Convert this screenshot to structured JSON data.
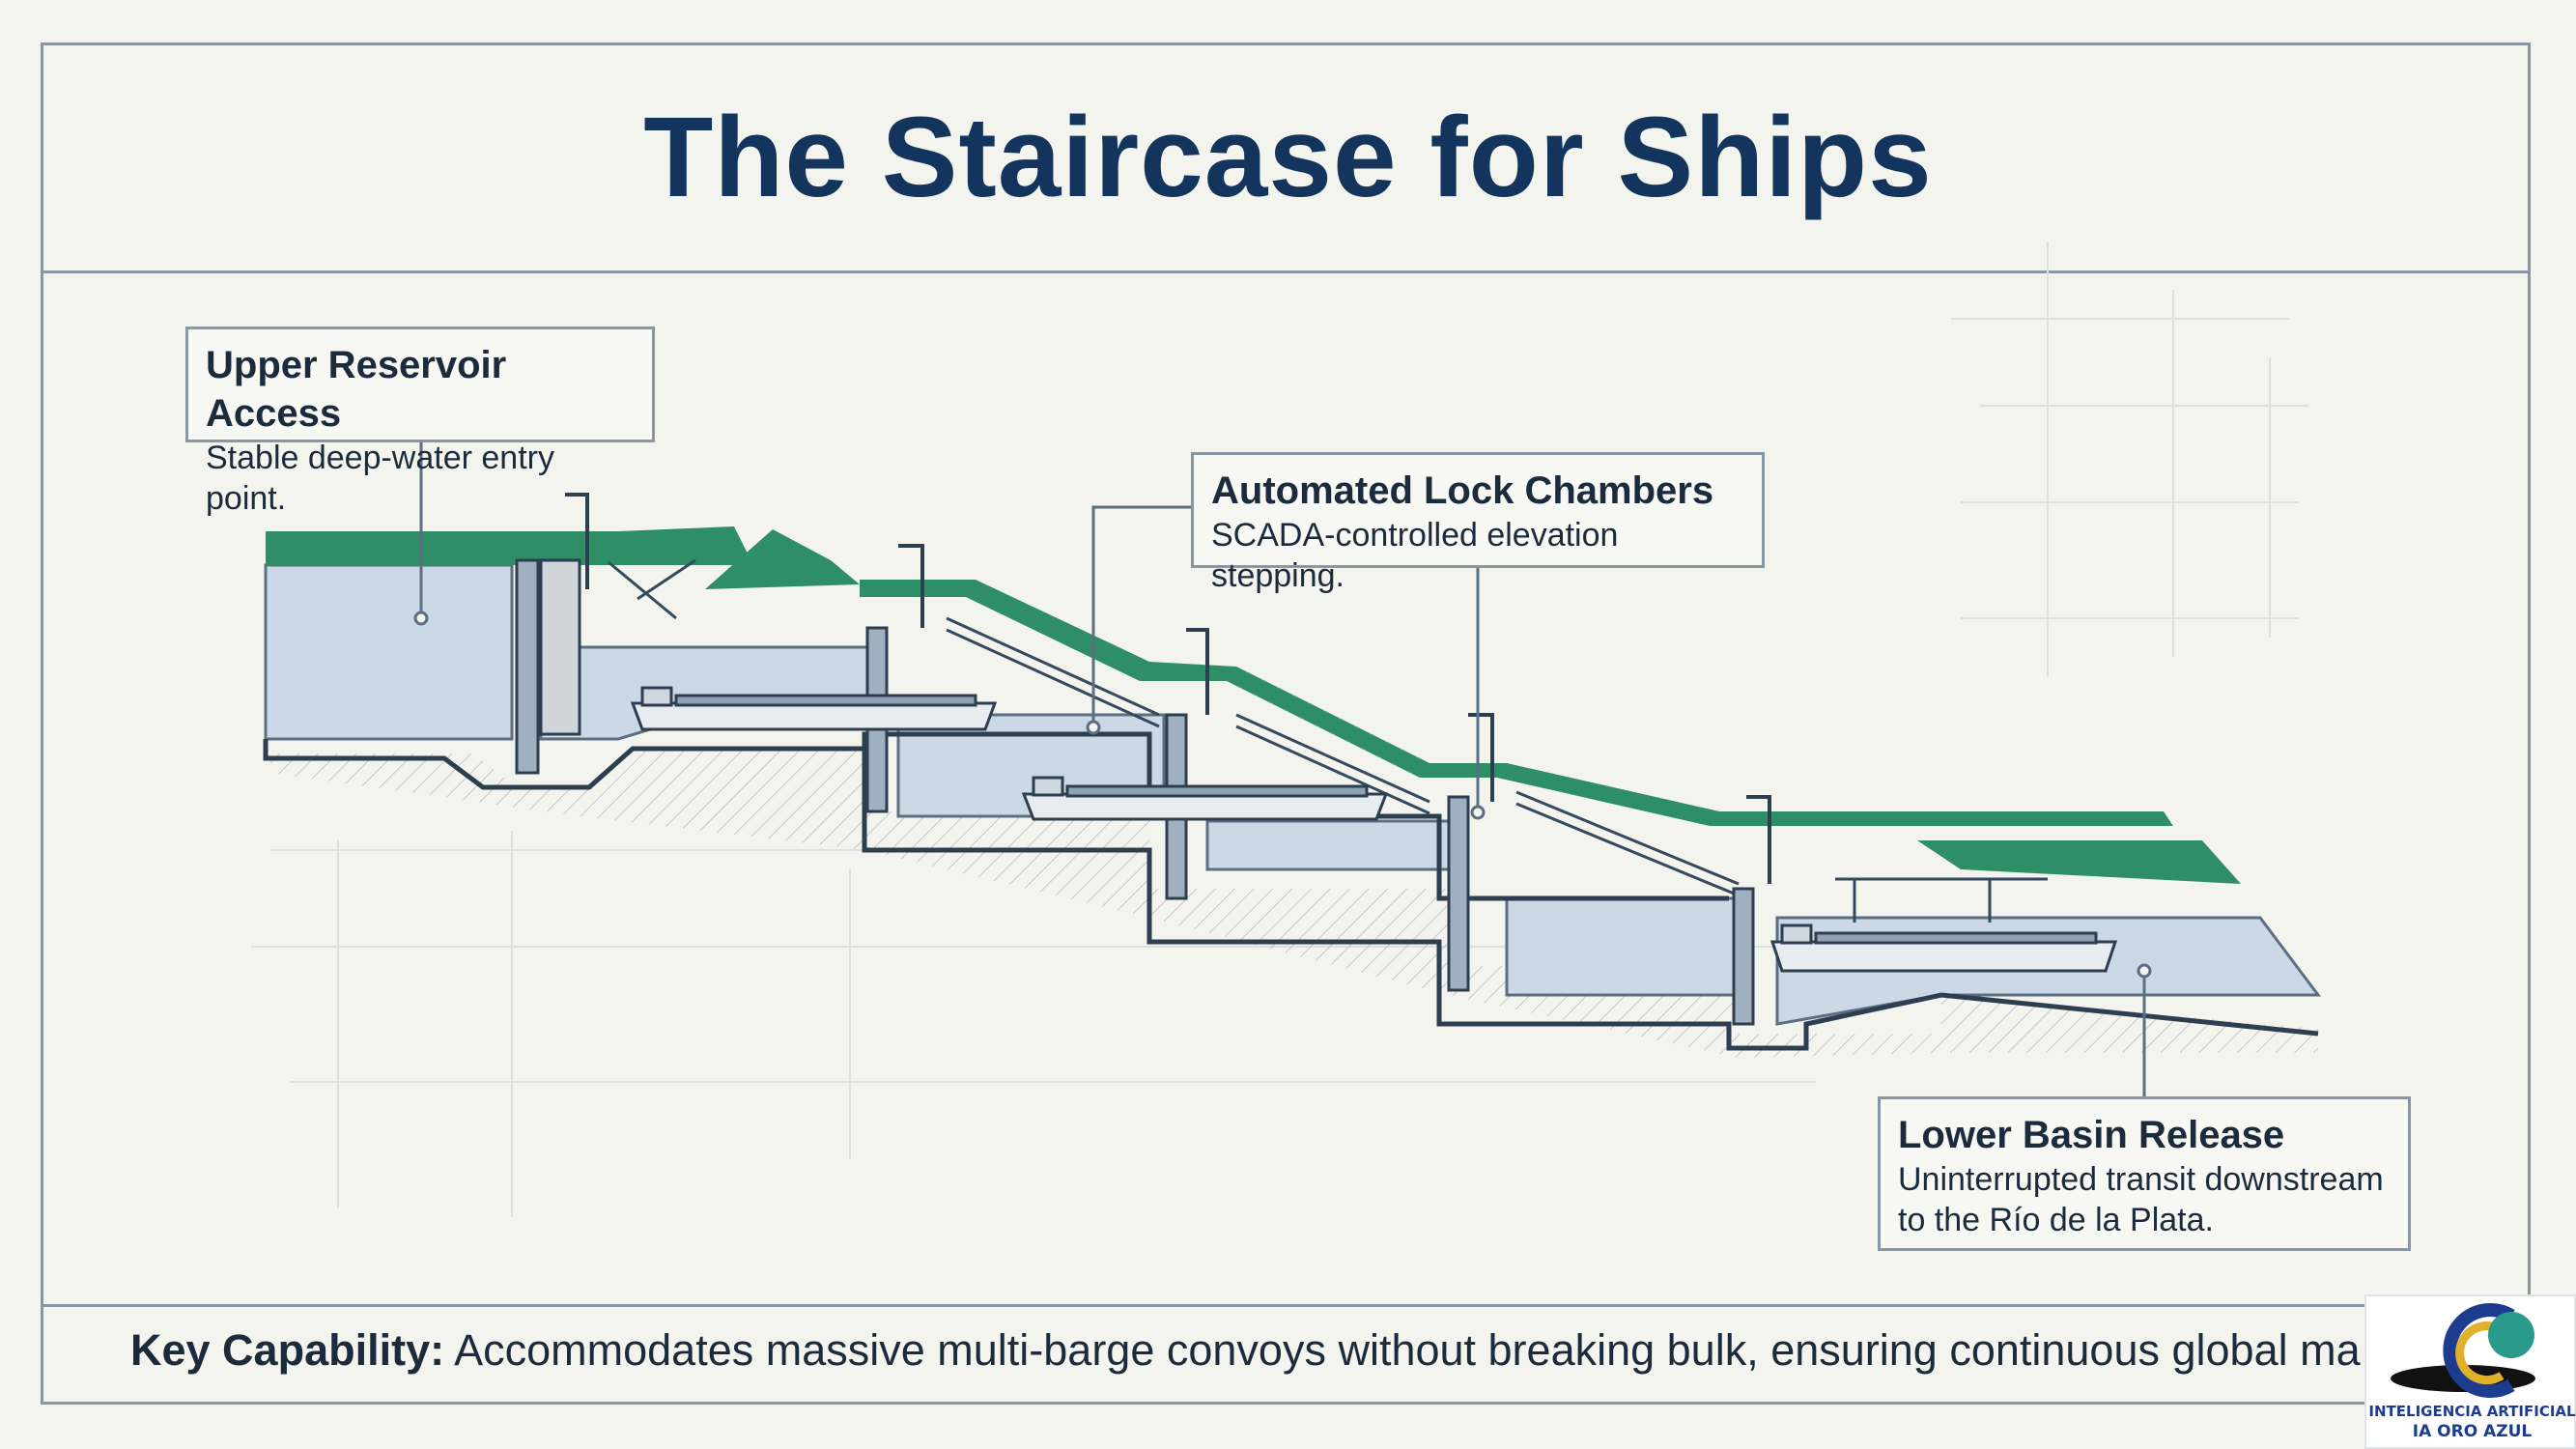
{
  "title": "The Staircase for Ships",
  "callouts": {
    "upper": {
      "title": "Upper Reservoir Access",
      "desc": "Stable deep-water entry point."
    },
    "chambers": {
      "title": "Automated Lock Chambers",
      "desc": "SCADA-controlled elevation stepping."
    },
    "lower": {
      "title": "Lower Basin Release",
      "desc_line1": "Uninterrupted transit downstream",
      "desc_line2": "to the Río de la Plata."
    }
  },
  "footer": {
    "label": "Key Capability:",
    "text": " Accommodates massive multi-barge convoys without breaking bulk, ensuring continuous global market acc"
  },
  "logo": {
    "line1": "INTELIGENCIA ARTIFICIAL",
    "line2": "IA ORO AZUL"
  },
  "colors": {
    "title": "#13345c",
    "border": "#8a97a3",
    "water": "#cbd9e6",
    "embankment": "#2e8f66",
    "concrete": "#2c3e50",
    "logo_blue": "#1d3c8f"
  }
}
